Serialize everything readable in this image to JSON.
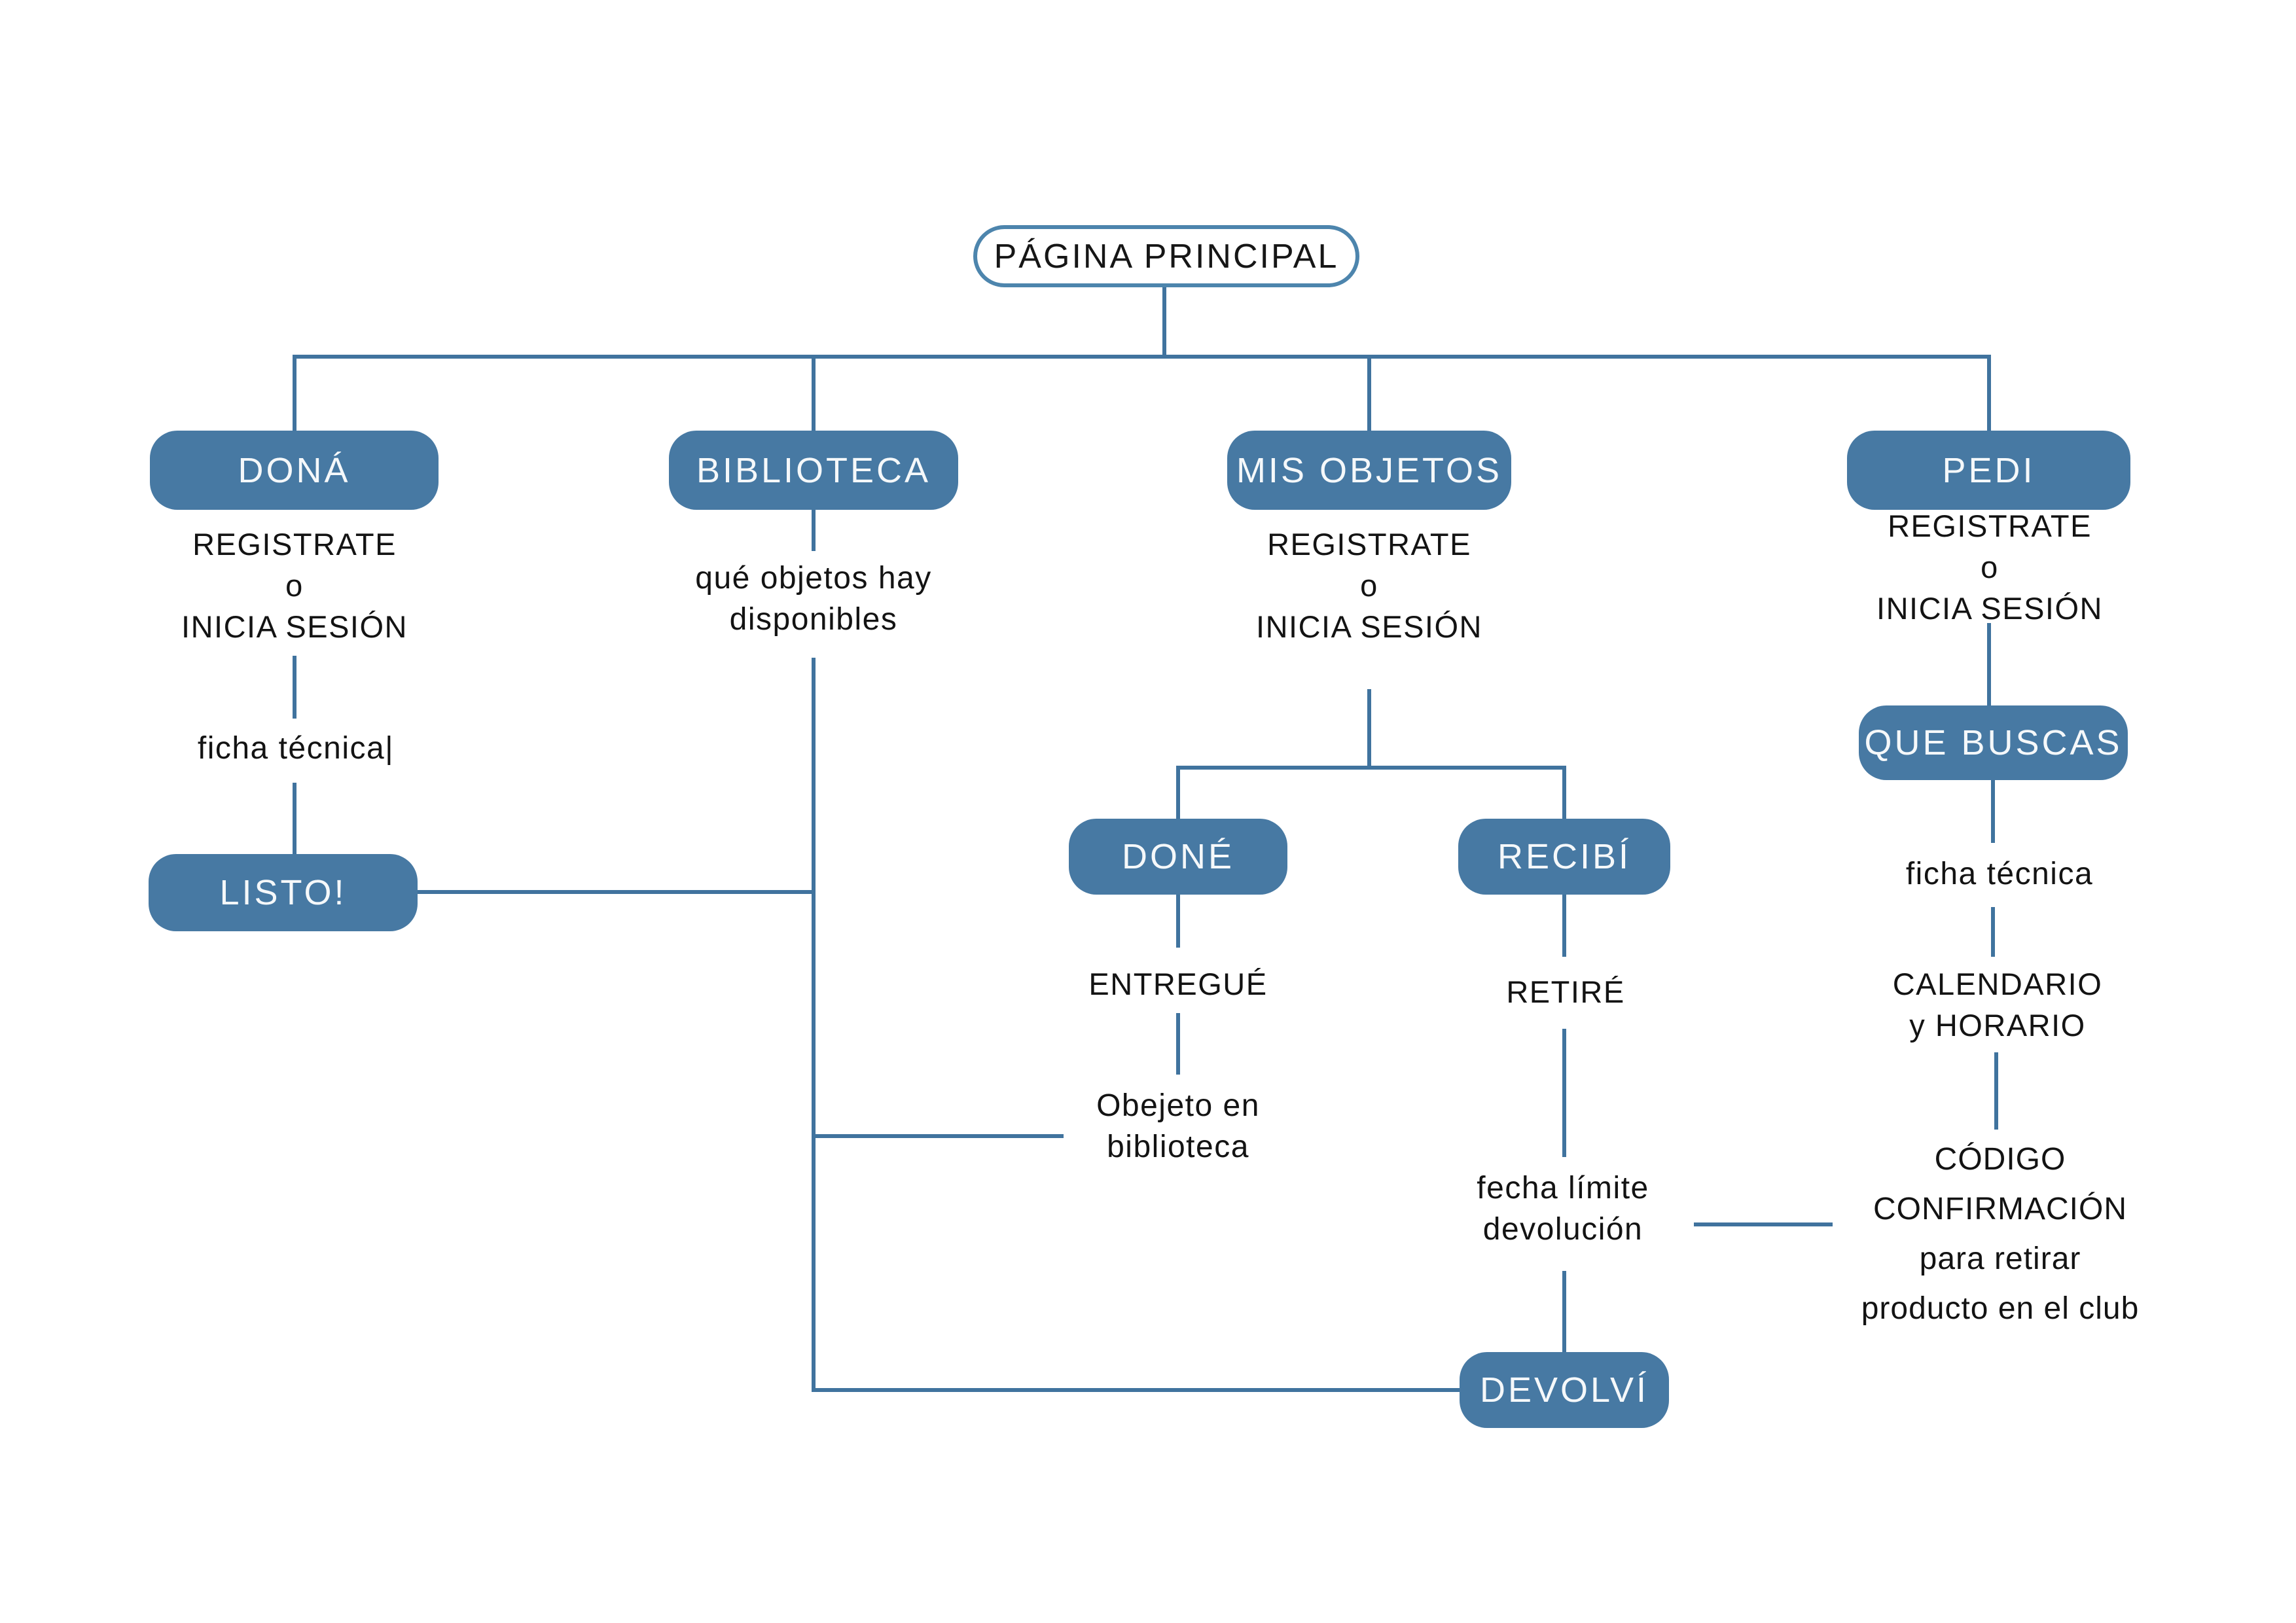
{
  "diagram_title": "PÁGINA PRINCIPAL",
  "colors": {
    "node_fill": "#4779a3",
    "node_outline_border": "#4d85ad",
    "connector_line": "#40739e",
    "node_text": "#f5f8fa",
    "body_text": "#131313",
    "background": "#ffffff"
  },
  "nodes": {
    "pagina_principal": {
      "label": "PÁGINA PRINCIPAL"
    },
    "dona": {
      "label": "DONÁ"
    },
    "biblioteca": {
      "label": "BIBLIOTECA"
    },
    "mis_objetos": {
      "label": "MIS OBJETOS"
    },
    "pedi": {
      "label": "PEDI"
    },
    "done": {
      "label": "DONÉ"
    },
    "recibi": {
      "label": "RECIBÍ"
    },
    "que_buscas": {
      "label": "QUE BUSCAS"
    },
    "listo": {
      "label": "LISTO!"
    },
    "devolvi": {
      "label": "DEVOLVÍ"
    }
  },
  "texts": {
    "dona_auth": {
      "lines": [
        "REGISTRATE",
        "o",
        "INICIA SESIÓN"
      ]
    },
    "dona_ficha": {
      "text": "ficha técnica|"
    },
    "biblioteca_info": {
      "lines": [
        "qué objetos hay",
        "disponibles"
      ]
    },
    "mis_objetos_auth": {
      "lines": [
        "REGISTRATE",
        "o",
        "INICIA SESIÓN"
      ]
    },
    "pedi_auth": {
      "lines": [
        "REGISTRATE",
        "o",
        "INICIA SESIÓN"
      ]
    },
    "entregue": {
      "text": "ENTREGUÉ"
    },
    "retire": {
      "text": "RETIRÉ"
    },
    "obejeto": {
      "lines": [
        "Obejeto en",
        "biblioteca"
      ]
    },
    "fecha_limite": {
      "lines": [
        "fecha límite",
        "devolución"
      ]
    },
    "pedi_ficha": {
      "text": "ficha técnica"
    },
    "calendario": {
      "lines": [
        "CALENDARIO",
        "y HORARIO"
      ]
    },
    "codigo": {
      "lines": [
        "CÓDIGO",
        "CONFIRMACIÓN",
        "para retirar",
        "producto en el club"
      ]
    }
  }
}
